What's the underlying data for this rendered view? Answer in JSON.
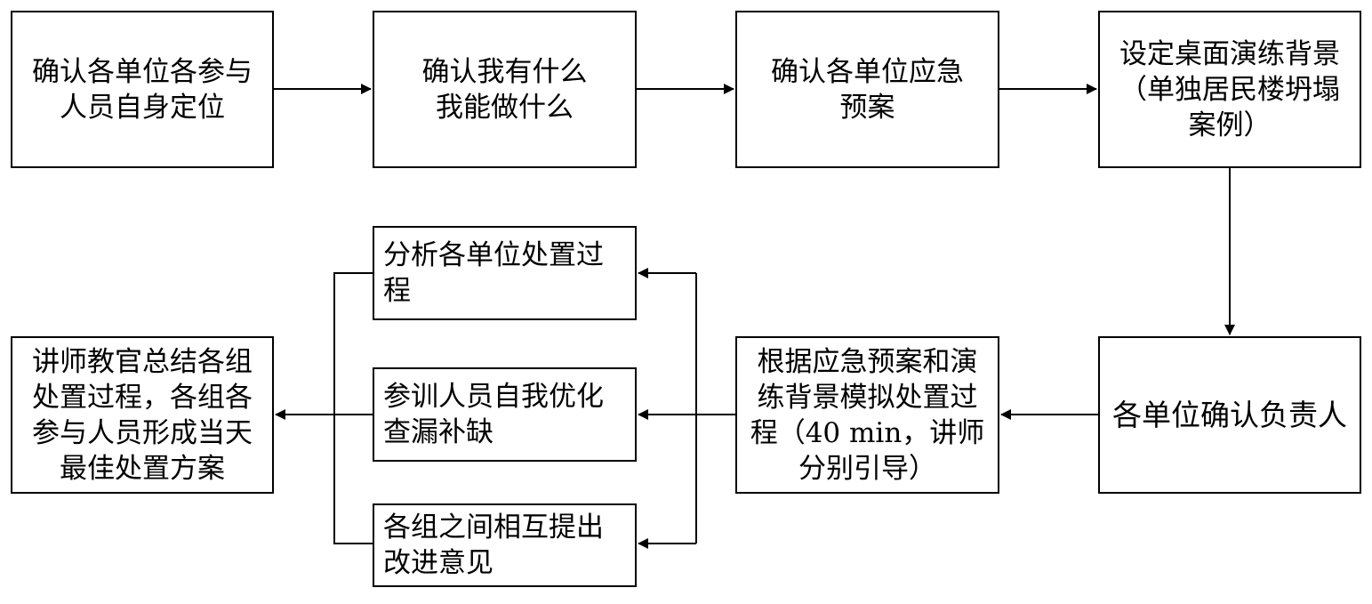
{
  "nodes": {
    "confirm_roles": "确认各单位各参与\n人员自身定位",
    "what_we_have": "确认我有什么\n我能做什么",
    "confirm_plans": "确认各单位应急\n预案",
    "set_scenario": "设定桌面演练背景\n（单独居民楼坍塌\n案例）",
    "confirm_leader": "各单位确认负责人",
    "simulate": "根据应急预案和演\n练背景模拟处置过\n程（40 min，讲师\n分别引导）",
    "analyze": "分析各单位处置过\n程",
    "self_optimize": "参训人员自我优化\n查漏补缺",
    "mutual_feedback": "各组之间相互提出\n改进意见",
    "summary": "讲师教官总结各组\n处置过程，各组各\n参与人员形成当天\n最佳处置方案"
  }
}
